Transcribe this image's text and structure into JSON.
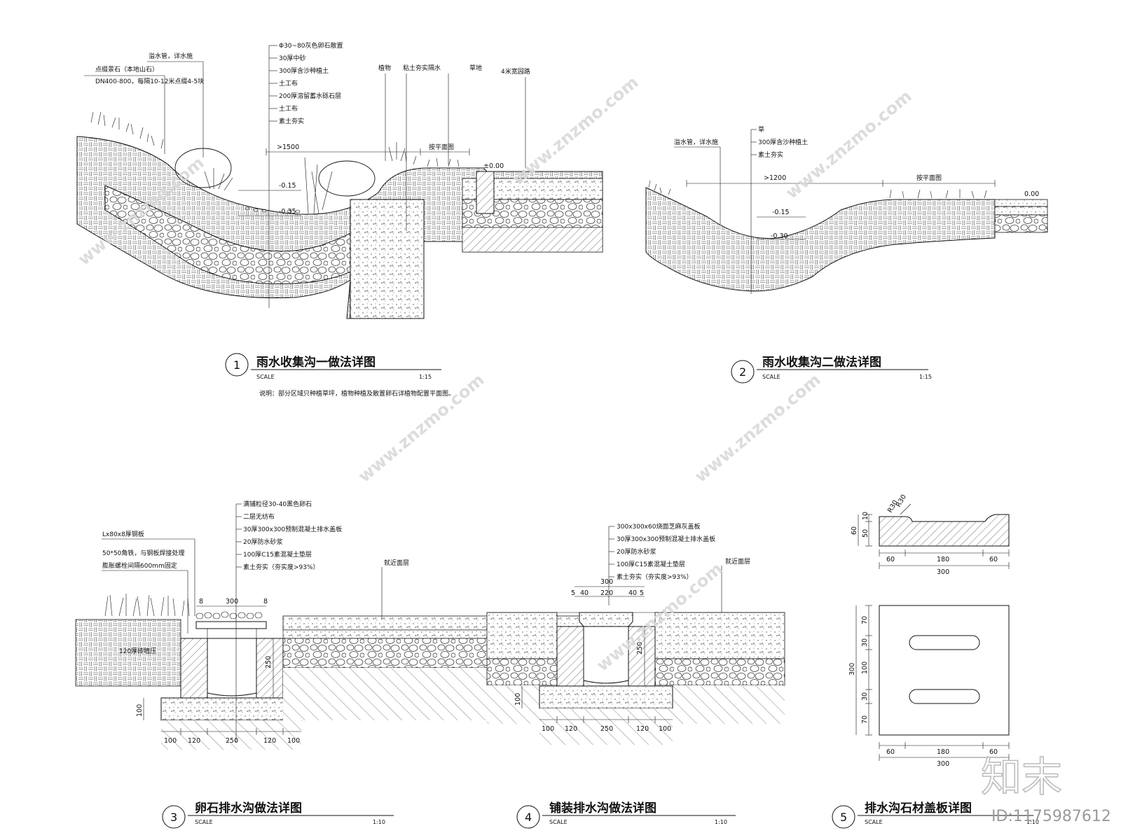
{
  "drawing_1": {
    "num": "1",
    "title": "雨水收集沟一做法详图",
    "scale_label": "SCALE",
    "scale_value": "1:15",
    "note": "说明：部分区域只种植草坪，植物种植及散置卵石详植物配置平面图。",
    "labels_left": [
      "溢水管，详水施",
      "点缀景石（本地山石）",
      "DN400-800，每隔10-12米点缀4-5块"
    ],
    "layers": [
      "Φ30~80灰色卵石散置",
      "30厚中砂",
      "300厚含沙种植土",
      "土工布",
      "200厚溶留蓄水砾石层",
      "土工布",
      "素土夯实"
    ],
    "labels_top": [
      "植物",
      "粘土夯实隔水",
      "草地",
      "4米宽园路"
    ],
    "dims": [
      ">1500",
      "按平面图",
      "±0.00",
      "-0.15",
      "-0.35"
    ]
  },
  "drawing_2": {
    "num": "2",
    "title": "雨水收集沟二做法详图",
    "scale_label": "SCALE",
    "scale_value": "1:15",
    "label_left": "溢水管，详水施",
    "layers": [
      "草",
      "300厚含沙种植土",
      "素土夯实"
    ],
    "dims": [
      ">1200",
      "按平面图",
      "0.00",
      "-0.15",
      "-0.30"
    ]
  },
  "drawing_3": {
    "num": "3",
    "title": "卵石排水沟做法详图",
    "scale_label": "SCALE",
    "scale_value": "1:10",
    "labels_left": [
      "Lx80x8厚钢板",
      "50*50角铁，与钢板焊接处理",
      "膨胀螺栓间隔600mm固定",
      "120厚砖墙压"
    ],
    "layers": [
      "满铺粒径30-40黑色卵石",
      "二层无纺布",
      "30厚300x300预制混凝土排水盖板",
      "20厚防水砂浆",
      "100厚C15素混凝土垫层",
      "素土夯实（夯实度>93%）"
    ],
    "label_right": "就近面层",
    "dims_top": [
      "8",
      "300",
      "8"
    ],
    "dims_bottom": [
      "100",
      "120",
      "250",
      "120",
      "100"
    ],
    "dims_vert": [
      "250",
      "100"
    ]
  },
  "drawing_4": {
    "num": "4",
    "title": "铺装排水沟做法详图",
    "scale_label": "SCALE",
    "scale_value": "1:10",
    "layers": [
      "300x300x60烧面芝麻灰盖板",
      "30厚300x300预制混凝土排水盖板",
      "20厚防水砂浆",
      "100厚C15素混凝土垫层",
      "素土夯实（夯实度>93%）"
    ],
    "label_right": "就近面层",
    "dims_top": [
      "300",
      "5",
      "40",
      "220",
      "40",
      "5"
    ],
    "dims_bottom": [
      "100",
      "120",
      "250",
      "120",
      "100"
    ],
    "dims_vert": [
      "250",
      "100"
    ]
  },
  "drawing_5": {
    "num": "5",
    "title": "排水沟石材盖板详图",
    "scale_label": "SCALE",
    "scale_value": "1:10",
    "section_dims_h": [
      "60",
      "180",
      "60",
      "300"
    ],
    "section_dims_v": [
      "60",
      "10",
      "50"
    ],
    "radius_labels": [
      "R30",
      "R30"
    ],
    "plan_dims_h": [
      "60",
      "180",
      "60",
      "300"
    ],
    "plan_dims_v": [
      "70",
      "30",
      "100",
      "30",
      "70",
      "300"
    ]
  },
  "watermark": {
    "logo_text": "知末",
    "id_text": "ID:1175987612",
    "site_text": "www.znzmo.com"
  }
}
